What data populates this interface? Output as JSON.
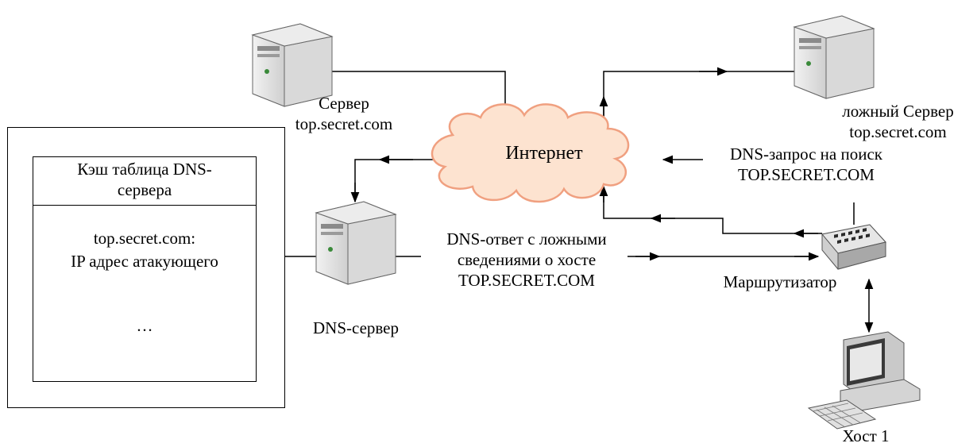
{
  "cache": {
    "title_line1": "Кэш таблица DNS-",
    "title_line2": "сервера",
    "entry_line1": "top.secret.com:",
    "entry_line2": "IP адрес атакующего",
    "ellipsis": "…"
  },
  "nodes": {
    "server": {
      "line1": "Сервер",
      "line2": "top.secret.com"
    },
    "fake_server": {
      "line1": "ложный Сервер",
      "line2": "top.secret.com"
    },
    "internet": {
      "label": "Интернет"
    },
    "dns_server": {
      "label": "DNS-сервер"
    },
    "router": {
      "label": "Маршрутизатор"
    },
    "host": {
      "label": "Хост 1"
    }
  },
  "messages": {
    "dns_query": {
      "line1": "DNS-запрос на поиск",
      "line2": "TOP.SECRET.COM"
    },
    "dns_reply": {
      "line1": "DNS-ответ с ложными",
      "line2": "сведениями о хосте",
      "line3": "TOP.SECRET.COM"
    }
  },
  "colors": {
    "cloud_fill": "#fde3d0",
    "cloud_stroke": "#f0a080",
    "server_body": "#e6e6e6",
    "line": "#000000"
  }
}
